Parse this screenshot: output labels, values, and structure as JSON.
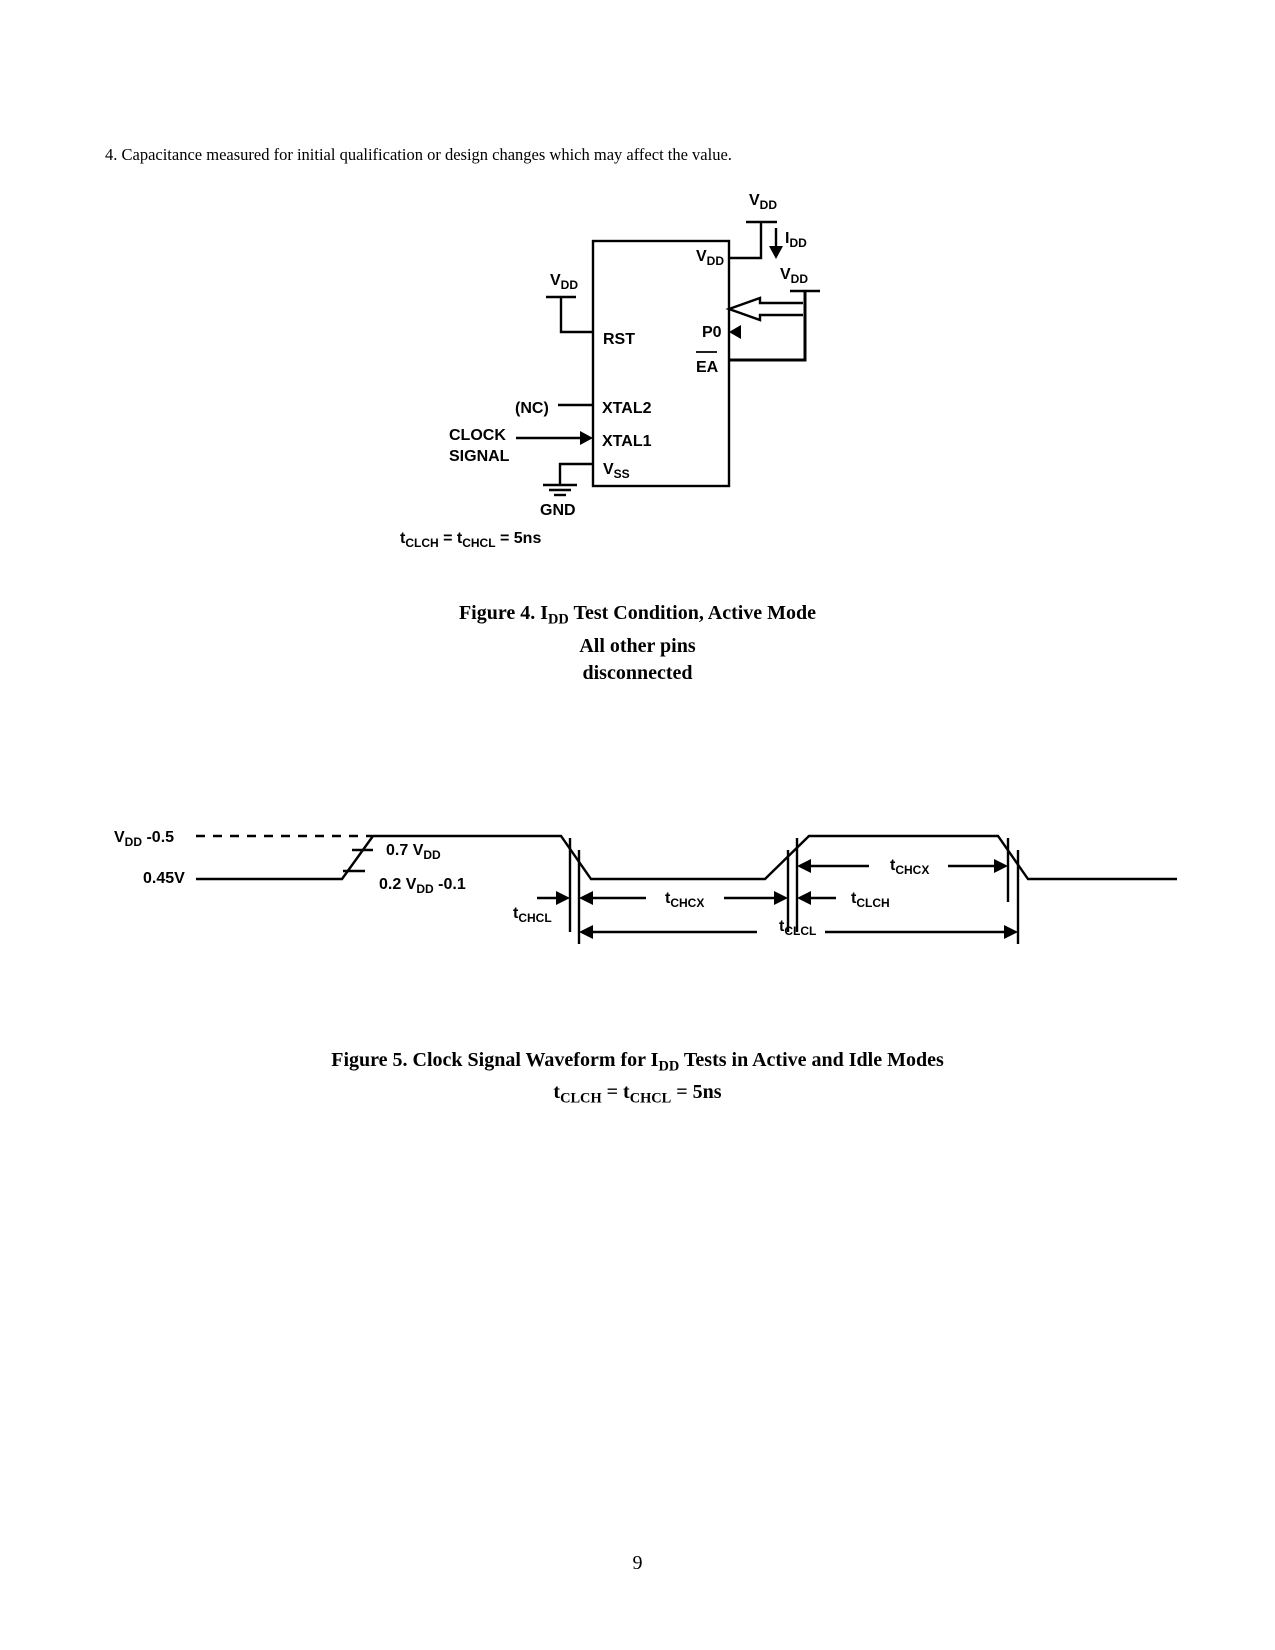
{
  "footnote": "4. Capacitance measured for initial qualification or design changes which may affect the value.",
  "figure4": {
    "labels": {
      "vdd_top": {
        "main": "V",
        "sub": "DD"
      },
      "idd": {
        "main": "I",
        "sub": "DD"
      },
      "vdd_pin": {
        "main": "V",
        "sub": "DD"
      },
      "vdd_right": {
        "main": "V",
        "sub": "DD"
      },
      "vdd_rst": {
        "main": "V",
        "sub": "DD"
      },
      "rst": "RST",
      "p0": "P0",
      "ea": "EA",
      "nc": "(NC)",
      "xtal2": "XTAL2",
      "clock": "CLOCK",
      "signal": "SIGNAL",
      "xtal1": "XTAL1",
      "vss": {
        "main": "V",
        "sub": "SS"
      },
      "gnd": "GND",
      "timing": {
        "t1": "t",
        "s1": "CLCH",
        "eq1": " = t",
        "s2": "CHCL",
        "eq2": " = 5ns"
      }
    },
    "caption": {
      "prefix": "Figure 4. I",
      "sub": "DD",
      "suffix": " Test Condition, Active Mode",
      "line2": "All other pins",
      "line3": "disconnected"
    }
  },
  "figure5": {
    "labels": {
      "vdd_level": {
        "main": "V",
        "sub": "DD",
        "suffix": " -0.5"
      },
      "low_level": "0.45V",
      "th_high": {
        "prefix": "0.7 V",
        "sub": "DD"
      },
      "th_low": {
        "prefix": "0.2 V",
        "sub": "DD",
        "suffix": " -0.1"
      },
      "tchcl": {
        "main": "t",
        "sub": "CHCL"
      },
      "tchcx_low": {
        "main": "t",
        "sub": "CHCX"
      },
      "tchcx_high": {
        "main": "t",
        "sub": "CHCX"
      },
      "tclch": {
        "main": "t",
        "sub": "CLCH"
      },
      "tclcl": {
        "main": "t",
        "sub": "CLCL"
      }
    },
    "caption": {
      "prefix": "Figure 5. Clock Signal Waveform for I",
      "sub": "DD",
      "suffix": " Tests in Active and Idle Modes",
      "line2": {
        "t1": "t",
        "s1": "CLCH",
        "eq1": " = t",
        "s2": "CHCL",
        "eq2": " = 5ns"
      }
    }
  },
  "page_number": "9"
}
